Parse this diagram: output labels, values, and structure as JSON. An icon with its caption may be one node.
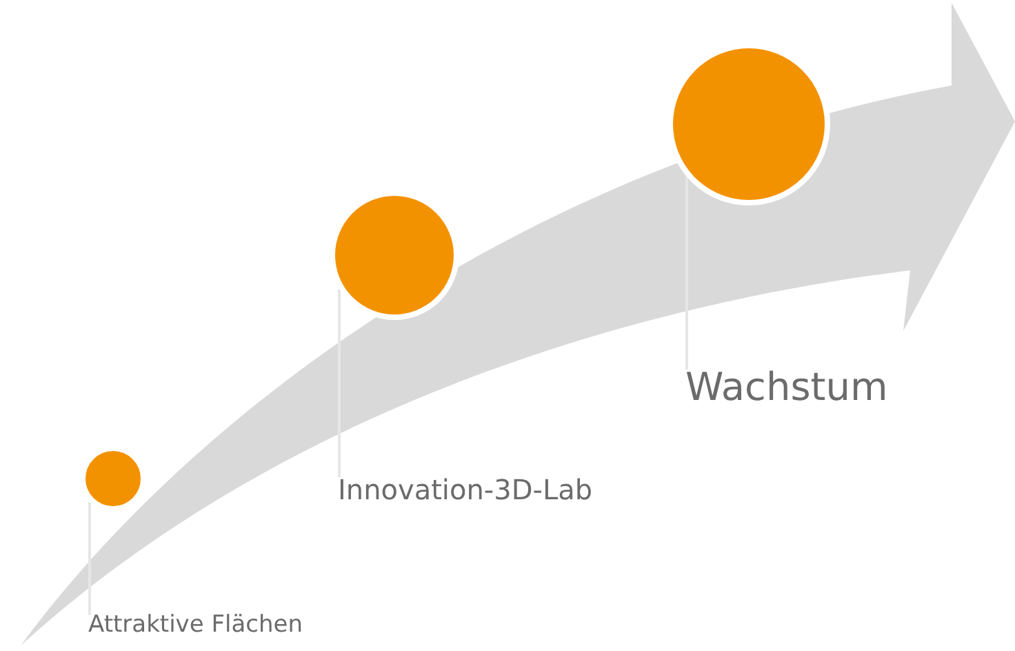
{
  "diagram": {
    "nodes": [
      {
        "text": [],
        "shape": "circle"
      },
      {
        "text": [
          "Attraktive Flächen"
        ]
      },
      {
        "text": [],
        "shape": "circle"
      },
      {
        "text": [
          "Innovation-3D-Lab"
        ]
      },
      {
        "text": [],
        "shape": "circle"
      },
      {
        "text": [
          "Wachstum"
        ]
      }
    ],
    "edges": [
      {
        "from": 1,
        "to": 0,
        "arrow": "none"
      },
      {
        "from": 3,
        "to": 2,
        "arrow": "none"
      },
      {
        "from": 5,
        "to": 4,
        "arrow": "none"
      }
    ]
  }
}
